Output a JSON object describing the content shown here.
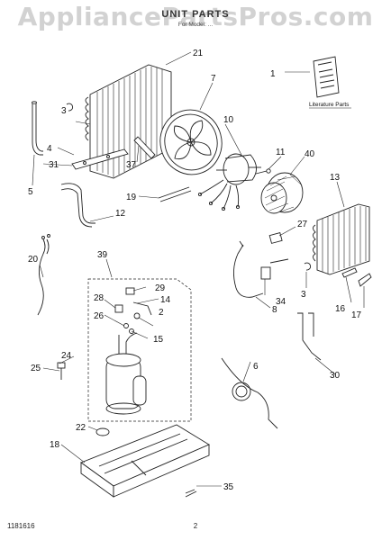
{
  "watermark": "AppliancePartsPros.com",
  "title": "UNIT PARTS",
  "subtitle": "For Model: ...",
  "literature_label": "Literature Parts",
  "footer": {
    "code": "1181616",
    "page": "2"
  },
  "callouts": [
    {
      "id": "c1",
      "label": "1"
    },
    {
      "id": "c2",
      "label": "2"
    },
    {
      "id": "c3",
      "label": "3"
    },
    {
      "id": "c3b",
      "label": "3"
    },
    {
      "id": "c4",
      "label": "4"
    },
    {
      "id": "c5",
      "label": "5"
    },
    {
      "id": "c6",
      "label": "6"
    },
    {
      "id": "c7",
      "label": "7"
    },
    {
      "id": "c8",
      "label": "8"
    },
    {
      "id": "c10",
      "label": "10"
    },
    {
      "id": "c11",
      "label": "11"
    },
    {
      "id": "c12",
      "label": "12"
    },
    {
      "id": "c13",
      "label": "13"
    },
    {
      "id": "c14",
      "label": "14"
    },
    {
      "id": "c15",
      "label": "15"
    },
    {
      "id": "c16",
      "label": "16"
    },
    {
      "id": "c17",
      "label": "17"
    },
    {
      "id": "c18",
      "label": "18"
    },
    {
      "id": "c19",
      "label": "19"
    },
    {
      "id": "c20",
      "label": "20"
    },
    {
      "id": "c21",
      "label": "21"
    },
    {
      "id": "c22",
      "label": "22"
    },
    {
      "id": "c24",
      "label": "24"
    },
    {
      "id": "c25",
      "label": "25"
    },
    {
      "id": "c26",
      "label": "26"
    },
    {
      "id": "c27",
      "label": "27"
    },
    {
      "id": "c28",
      "label": "28"
    },
    {
      "id": "c29",
      "label": "29"
    },
    {
      "id": "c30",
      "label": "30"
    },
    {
      "id": "c31",
      "label": "31"
    },
    {
      "id": "c34",
      "label": "34"
    },
    {
      "id": "c35",
      "label": "35"
    },
    {
      "id": "c37",
      "label": "37"
    },
    {
      "id": "c39",
      "label": "39"
    },
    {
      "id": "c40",
      "label": "40"
    }
  ]
}
